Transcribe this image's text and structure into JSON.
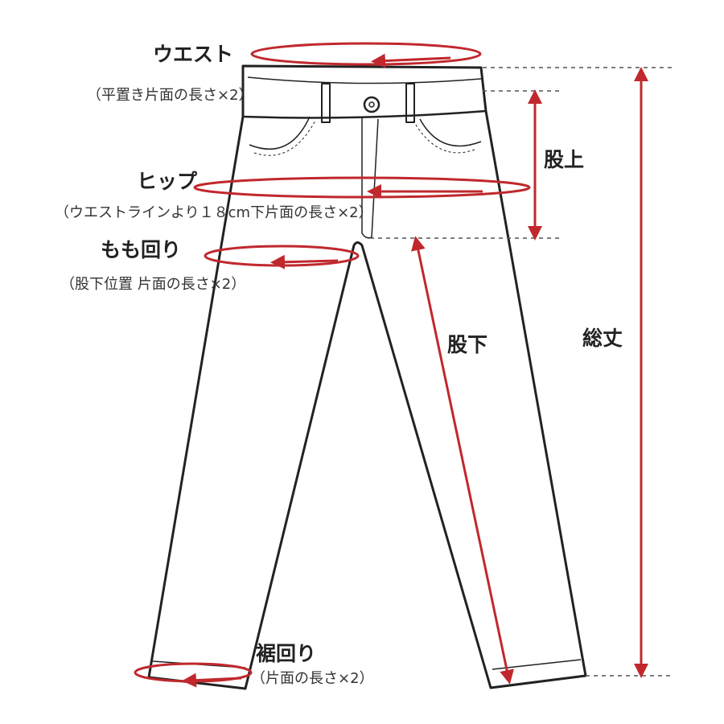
{
  "labels": {
    "waist": "ウエスト",
    "waist_note": "（平置き片面の長さ×2）",
    "hip": "ヒップ",
    "hip_note": "（ウエストラインより１８cm下片面の長さ×2）",
    "thigh": "もも回り",
    "thigh_note": "（股下位置 片面の長さ×2）",
    "hem": "裾回り",
    "hem_note": "（片面の長さ×2）",
    "rise": "股上",
    "inseam": "股下",
    "total_length": "総丈"
  },
  "colors": {
    "measure": "#c0282d",
    "outline": "#222222",
    "guide": "#555555"
  }
}
